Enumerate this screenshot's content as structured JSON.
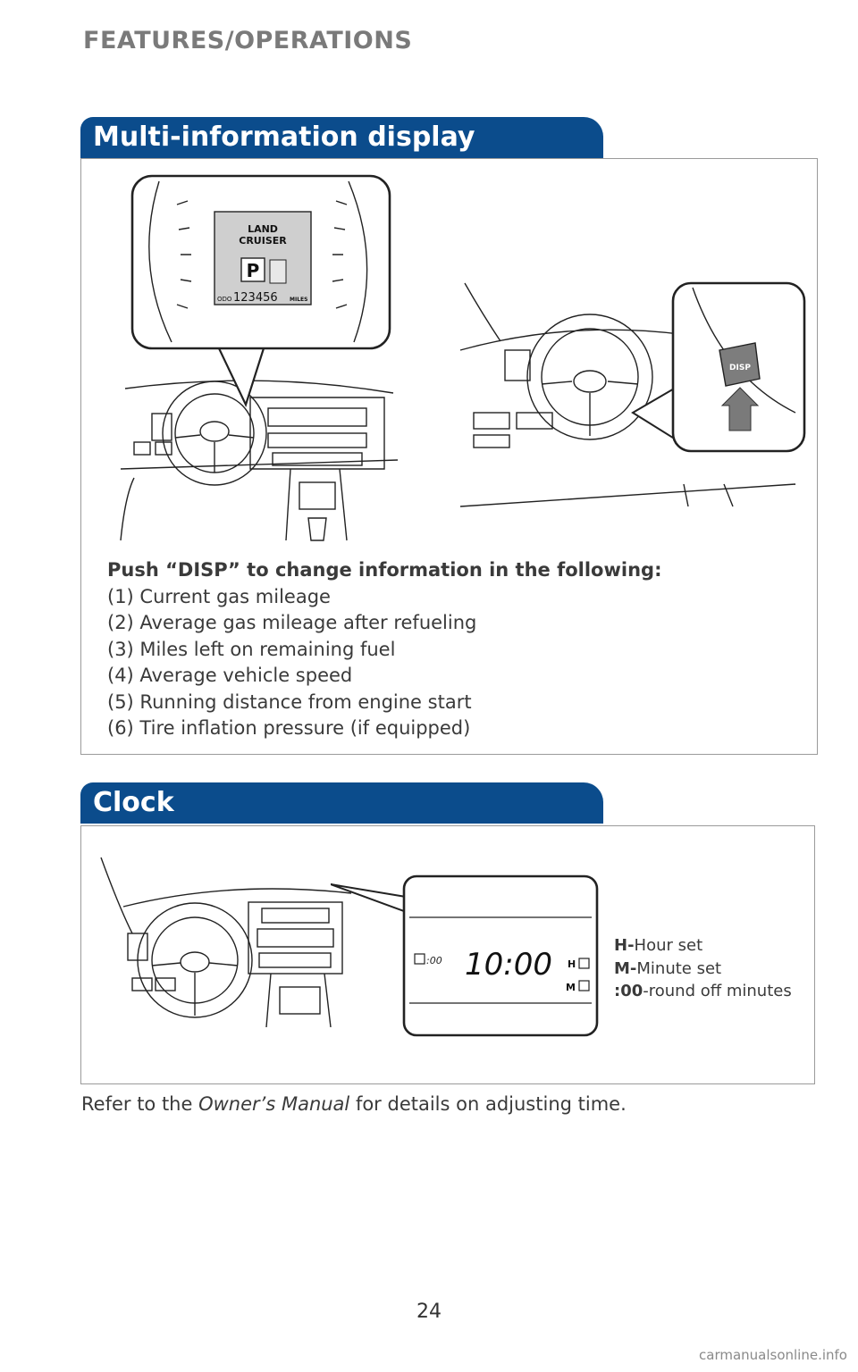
{
  "header": {
    "section": "FEATURES/OPERATIONS"
  },
  "mid": {
    "title": "Multi-information display",
    "cluster": {
      "brand_line1": "LAND",
      "brand_line2": "CRUISER",
      "gear": "P",
      "odo_label": "ODO",
      "odo_value": "123456",
      "odo_unit": "MILES"
    },
    "button_label": "DISP",
    "intro": "Push “DISP” to change information in the following:",
    "items": [
      "(1) Current gas mileage",
      "(2) Average gas mileage after refueling",
      "(3) Miles left on remaining fuel",
      "(4) Average vehicle speed",
      "(5) Running distance from engine start",
      "(6) Tire inflation pressure (if equipped)"
    ]
  },
  "clock": {
    "title": "Clock",
    "display_time": "10:00",
    "small_label": ":00",
    "h_label": "H",
    "m_label": "M",
    "legend": [
      {
        "key": "H-",
        "text": "Hour set"
      },
      {
        "key": "M-",
        "text": "Minute set"
      },
      {
        "key": ":00",
        "text": "-round off minutes"
      }
    ]
  },
  "refer": {
    "before": "Refer to the ",
    "italic": "Owner’s Manual",
    "after": " for details on adjusting time."
  },
  "page_number": "24",
  "watermark": "carmanualsonline.info"
}
